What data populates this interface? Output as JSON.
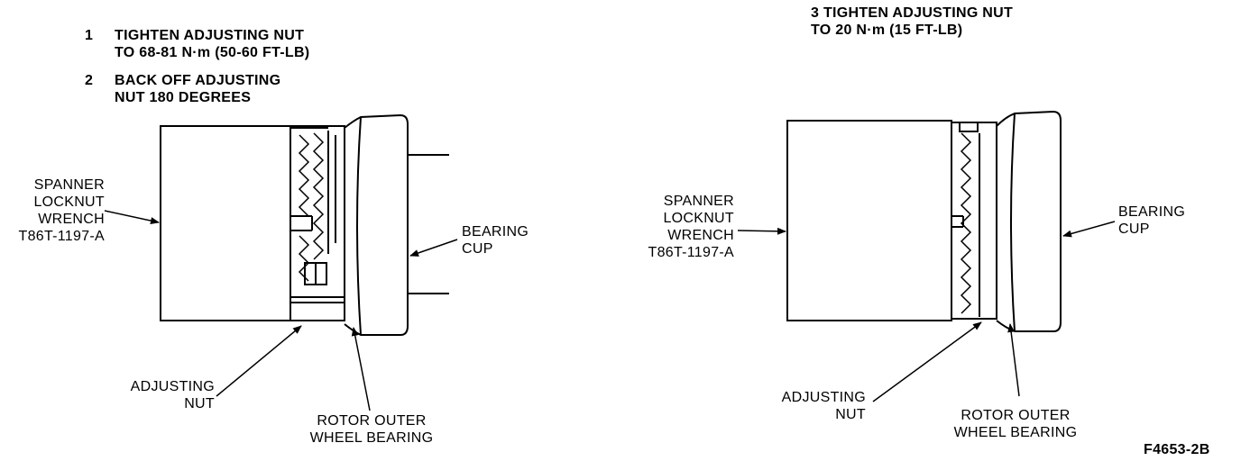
{
  "left": {
    "step1_num": "1",
    "step1_text": "TIGHTEN ADJUSTING NUT\nTO 68-81 N·m (50-60 FT-LB)",
    "step2_num": "2",
    "step2_text": "BACK OFF ADJUSTING\nNUT 180 DEGREES",
    "spanner": "SPANNER\nLOCKNUT\nWRENCH\nT86T-1197-A",
    "bearing_cup": "BEARING\nCUP",
    "adjusting_nut": "ADJUSTING\nNUT",
    "rotor_bearing": "ROTOR OUTER\nWHEEL BEARING"
  },
  "right": {
    "step3_text": "3 TIGHTEN ADJUSTING NUT\nTO 20 N·m (15 FT-LB)",
    "spanner": "SPANNER\nLOCKNUT\nWRENCH\nT86T-1197-A",
    "bearing_cup": "BEARING\nCUP",
    "adjusting_nut": "ADJUSTING\nNUT",
    "rotor_bearing": "ROTOR OUTER\nWHEEL BEARING"
  },
  "figure_id": "F4653-2B"
}
